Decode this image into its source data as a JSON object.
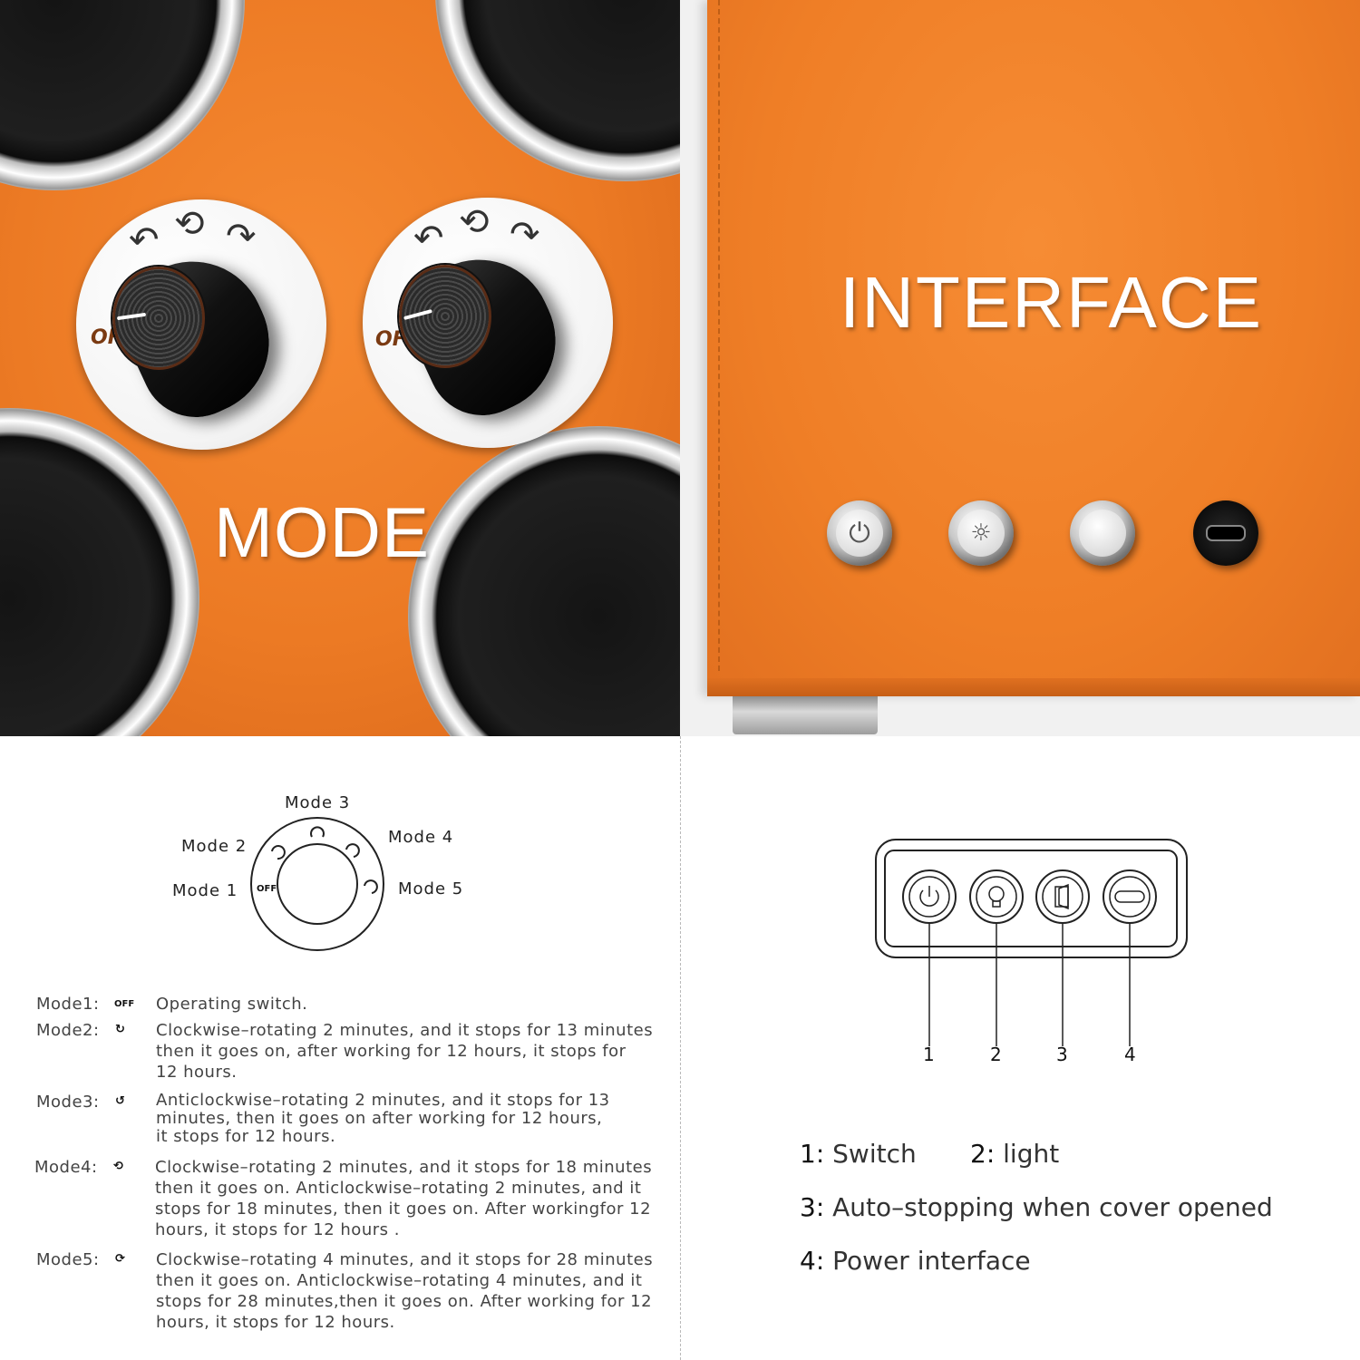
{
  "mode_panel": {
    "title": "MODE",
    "dial_off_label": "OFF"
  },
  "interface_panel": {
    "title": "INTERFACE",
    "buttons": [
      {
        "icon": "power-icon"
      },
      {
        "icon": "light-bulb-icon"
      },
      {
        "icon": "blank-button-icon"
      },
      {
        "icon": "usb-c-port-icon"
      }
    ]
  },
  "mode_diagram": {
    "labels": [
      "Mode 1",
      "Mode 2",
      "Mode 3",
      "Mode 4",
      "Mode 5"
    ],
    "off_label": "OFF"
  },
  "modes": [
    {
      "key": "Mode1:",
      "icon_text": "OFF",
      "desc_lines": [
        "Operating switch."
      ]
    },
    {
      "key": "Mode2:",
      "icon_text": "↻",
      "desc_lines": [
        "Clockwise–rotating 2 minutes, and it stops for 13 minutes",
        "then it goes on, after working for 12 hours, it stops for",
        "12 hours."
      ]
    },
    {
      "key": "Mode3:",
      "icon_text": "↺",
      "desc_lines": [
        "Anticlockwise–rotating 2 minutes, and it stops for 13",
        "minutes, then it goes on after working for 12 hours,",
        "it stops for 12 hours."
      ]
    },
    {
      "key": "Mode4:",
      "icon_text": "⟲",
      "desc_lines": [
        "Clockwise–rotating 2 minutes, and it stops for 18 minutes",
        "then it goes on. Anticlockwise–rotating 2 minutes, and it",
        "stops for 18 minutes, then it goes on. After workingfor 12",
        "hours, it stops for 12 hours ."
      ]
    },
    {
      "key": "Mode5:",
      "icon_text": "⟳",
      "desc_lines": [
        "Clockwise–rotating 4 minutes, and it stops for 28 minutes",
        "then it goes on. Anticlockwise–rotating 4 minutes, and it",
        "stops for 28 minutes,then it goes on.  After working for 12",
        "hours, it stops for 12 hours."
      ]
    }
  ],
  "interface_diagram": {
    "numbers": [
      "1",
      "2",
      "3",
      "4"
    ]
  },
  "legend": [
    {
      "num": "1:",
      "text": "Switch"
    },
    {
      "num": "2:",
      "text": "light"
    },
    {
      "num": "3:",
      "text": "Auto–stopping when cover opened"
    },
    {
      "num": "4:",
      "text": "Power interface"
    }
  ]
}
